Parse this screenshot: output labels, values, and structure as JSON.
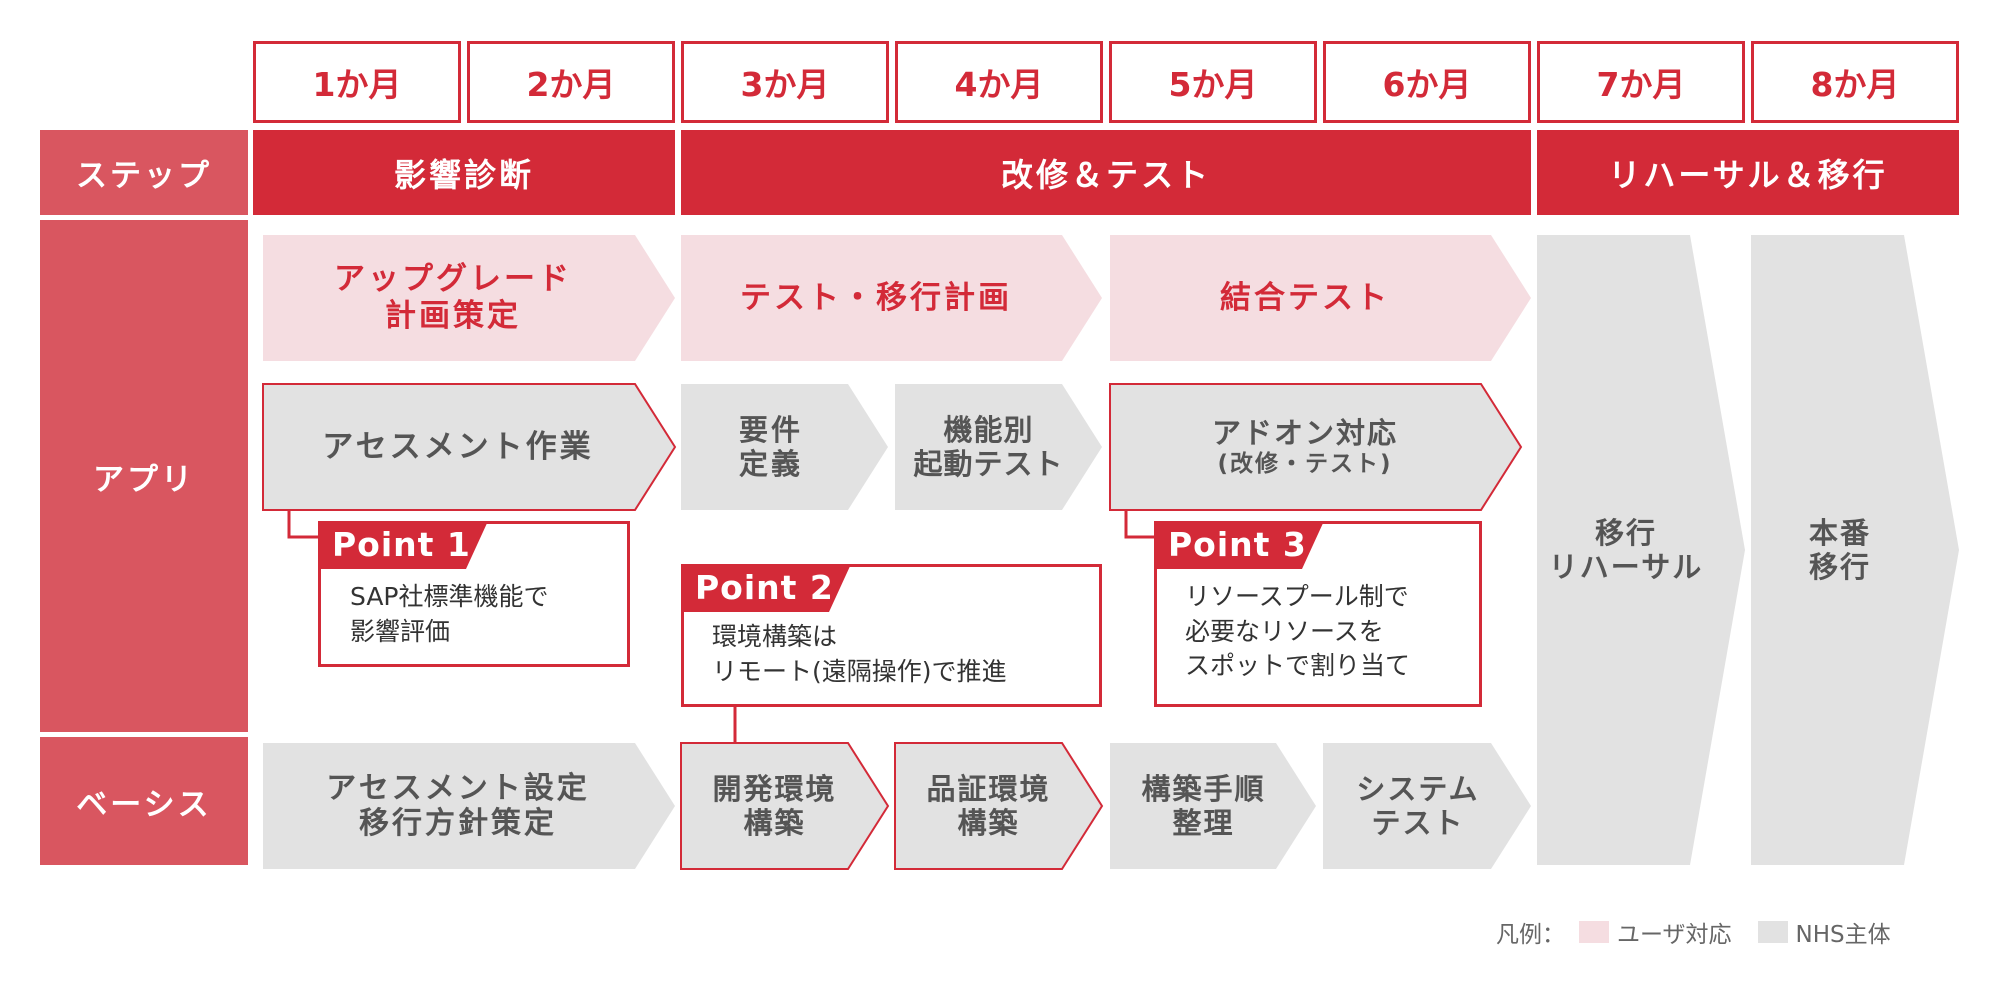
{
  "months": [
    "1か月",
    "2か月",
    "3か月",
    "4か月",
    "5か月",
    "6か月",
    "7か月",
    "8か月"
  ],
  "header": {
    "step_label": "ステップ",
    "phases": [
      "影響診断",
      "改修＆テスト",
      "リハーサル＆移行"
    ]
  },
  "rows": {
    "app": "アプリ",
    "basis": "ベーシス"
  },
  "tasks": {
    "upgrade_plan": [
      "アップグレード",
      "計画策定"
    ],
    "test_migration_plan": [
      "テスト・移行計画"
    ],
    "integration_test": [
      "結合テスト"
    ],
    "assessment_work": [
      "アセスメント作業"
    ],
    "requirements": [
      "要件",
      "定義"
    ],
    "function_test": [
      "機能別",
      "起動テスト"
    ],
    "addon": [
      "アドオン対応",
      "(改修・テスト)"
    ],
    "assessment_setup": [
      "アセスメント設定",
      "移行方針策定"
    ],
    "dev_env": [
      "開発環境",
      "構築"
    ],
    "qa_env": [
      "品証環境",
      "構築"
    ],
    "build_procedure": [
      "構築手順",
      "整理"
    ],
    "system_test": [
      "システム",
      "テスト"
    ],
    "rehearsal": [
      "移行",
      "リハーサル"
    ],
    "production": [
      "本番",
      "移行"
    ]
  },
  "points": [
    {
      "tag": "Point 1",
      "lines": [
        "SAP社標準機能で",
        "影響評価"
      ]
    },
    {
      "tag": "Point 2",
      "lines": [
        "環境構築は",
        "リモート(遠隔操作)で推進"
      ]
    },
    {
      "tag": "Point 3",
      "lines": [
        "リソースプール制で",
        "必要なリソースを",
        "スポットで割り当て"
      ]
    }
  ],
  "legend": {
    "label": "凡例：",
    "items": [
      {
        "text": "ユーザ対応",
        "color": "#f5dde1"
      },
      {
        "text": "NHS主体",
        "color": "#e2e2e2"
      }
    ]
  },
  "colors": {
    "accent": "#d32a38",
    "side": "#d95660",
    "user": "#f5dde1",
    "nhs": "#e2e2e2"
  }
}
